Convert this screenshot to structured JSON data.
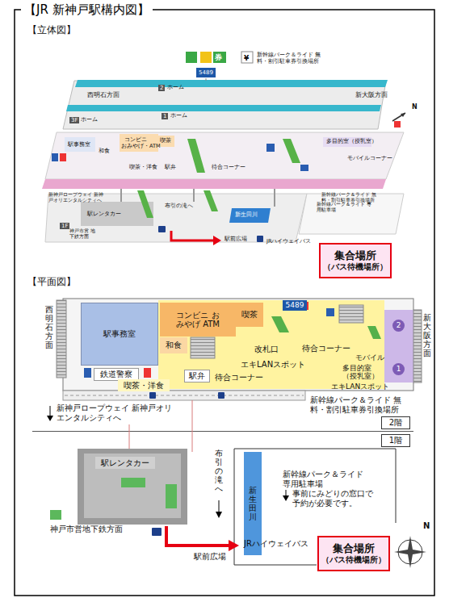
{
  "diagram": {
    "title": "【JR 新神戸駅構内図】",
    "nodes": [
      {
        "text": [
          "5489"
        ]
      },
      {
        "text": [
          "集合場所",
          "（バス待機場所）"
        ]
      },
      {
        "text": [
          "駅事務室"
        ]
      },
      {
        "text": [
          "コンビニ おみやげ ATM"
        ]
      },
      {
        "text": [
          "喫茶"
        ]
      },
      {
        "text": [
          "和食"
        ]
      },
      {
        "text": [
          "鉄道警察"
        ]
      },
      {
        "text": [
          "喫茶・洋食"
        ]
      },
      {
        "text": [
          "駅弁"
        ]
      },
      {
        "text": [
          "5489"
        ]
      },
      {
        "text": [
          "2"
        ]
      },
      {
        "text": [
          "1"
        ]
      },
      {
        "text": [
          "2階"
        ]
      },
      {
        "text": [
          "1階"
        ]
      },
      {
        "text": [
          "駅レンタカー"
        ]
      },
      {
        "text": [
          "新生田川"
        ]
      },
      {
        "text": [
          "集合場所",
          "（バス待機場所）"
        ]
      }
    ],
    "labels": [
      "【立体図】",
      "【平面図】",
      "券",
      "¥",
      "新幹線パーク＆ライド 無料・割引駐車券引換場所",
      "西明石方面",
      "新大阪方面",
      "2",
      "ホーム",
      "3F",
      "ホーム",
      "1",
      "ホーム",
      "駅事務室",
      "和食",
      "コンビニ",
      "おみやげ・ATM",
      "喫茶",
      "喫茶・洋食",
      "駅弁",
      "待合コーナー",
      "多目的室（授乳室）",
      "モバイルコーナー",
      "新神戸ロープウェイ 新神戸オリエンタルシティへ",
      "新幹線パーク＆ライド 無料・割引駐車券引換場所",
      "駅レンタカー",
      "布引の滝へ",
      "新生田川",
      "新幹線パーク＆ライド 専用駐車場",
      "1F",
      "神戸市営 地下鉄方面",
      "駅前広場",
      "JRハイウェイバス",
      "N",
      "西明石方面",
      "新大阪方面",
      "改札口",
      "エキLANスポット",
      "待合コーナー",
      "待合コーナー",
      "モバイル",
      "多目的室（授乳室）",
      "エキLANスポット",
      "新幹線パーク＆ライド 無料・割引駐車券引換場所",
      "新神戸ロープウェイ 新神戸オリエンタルシティへ",
      "布引の滝へ",
      "新幹線パーク＆ライド 専用駐車場",
      "事前にみどりの窓口で 予約が必要です。",
      "神戸市営地下鉄方面",
      "JRハイウェイバス",
      "駅前広場",
      "N"
    ]
  }
}
